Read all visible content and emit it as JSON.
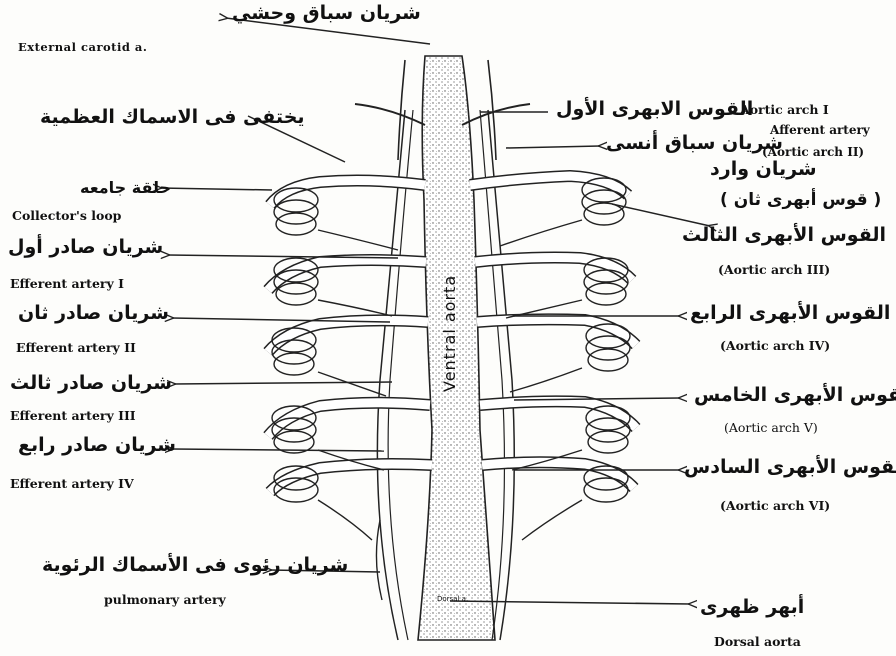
{
  "labels": {
    "external_carotid_ar": "شريان سباق وحشي",
    "external_carotid_en": "External carotid a.",
    "hidden_in_bony_fish_ar": "يختفى فى الاسماك العظمية",
    "collector_loop_ar": "حلقة جامعه",
    "collector_loop_en": "Collector's loop",
    "efferent1_ar": "شريان صادر أول",
    "efferent1_en": "Efferent artery I",
    "efferent2_ar": "شريان صادر ثان",
    "efferent2_en": "Efferent artery II",
    "efferent3_ar": "شريان صادر ثالث",
    "efferent3_en": "Efferent artery III",
    "efferent4_ar": "شريان صادر رابع",
    "efferent4_en": "Efferent artery IV",
    "pulmonary_ar": "شريان رئوى فى الأسماك الرئوية",
    "pulmonary_en": "pulmonary artery",
    "aortic_arch1_ar": "القوس الابهرى الأول",
    "aortic_arch1_en": "Aortic arch I",
    "internal_carotid_ar": "شريان سباق أنسى",
    "afferent_en": "Afferent artery",
    "afferent_paren_en": "(Aortic arch II)",
    "afferent_ar": "شريان وارد",
    "afferent_paren_ar": "( قوس أبهرى ثان )",
    "aortic_arch3_ar": "القوس الأبهرى الثالث",
    "aortic_arch3_en": "(Aortic arch III)",
    "aortic_arch4_ar": "القوس الأبهرى الرابع",
    "aortic_arch4_en": "(Aortic arch IV)",
    "aortic_arch5_ar": "القوس الأبهرى الخامس",
    "aortic_arch5_en": "(Aortic arch V)",
    "aortic_arch6_ar": "القوس الأبهرى السادس",
    "aortic_arch6_en": "(Aortic arch VI)",
    "dorsal_aorta_ar": "أبهر ظهرى",
    "dorsal_aorta_en": "Dorsal aorta",
    "ventral_aorta": "Ventral aorta",
    "small_mark": "Dorsal a."
  },
  "colors": {
    "ink": "#222222",
    "vessel_fill": "#ffffff",
    "stipple": "#555555",
    "background": "#fdfdfb"
  }
}
